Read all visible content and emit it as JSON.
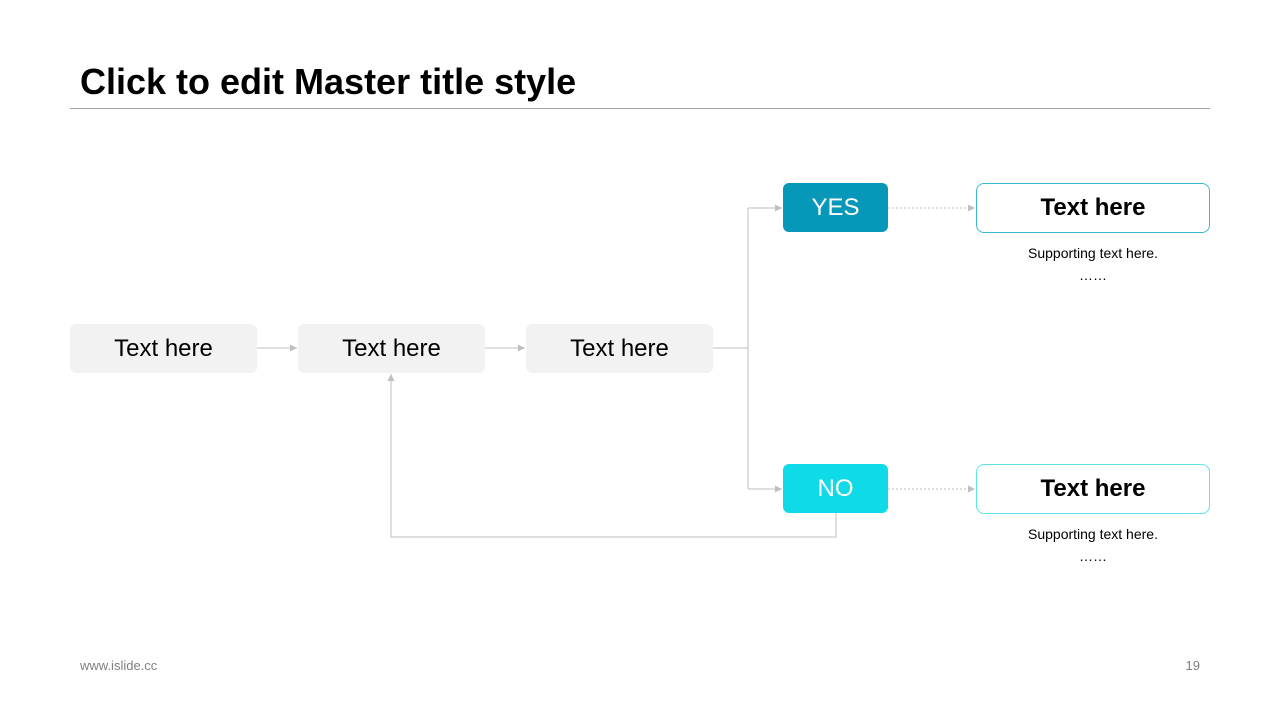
{
  "slide": {
    "title": "Click to edit Master title style",
    "footer_url": "www.islide.cc",
    "page_number": "19"
  },
  "flow": {
    "steps": [
      {
        "label": "Text here"
      },
      {
        "label": "Text here"
      },
      {
        "label": "Text here"
      }
    ],
    "yes": {
      "label": "YES",
      "color": "#0797b9",
      "result_title": "Text here",
      "result_border": "#3db8d6",
      "supporting_text": "Supporting  text here.",
      "ellipsis": "……"
    },
    "no": {
      "label": "NO",
      "color": "#0fdbe8",
      "result_title": "Text here",
      "result_border": "#5fe2ea",
      "supporting_text": "Supporting  text here.",
      "ellipsis": "……"
    }
  },
  "colors": {
    "step_fill": "#f2f2f2",
    "connector": "#bfbfbf"
  }
}
